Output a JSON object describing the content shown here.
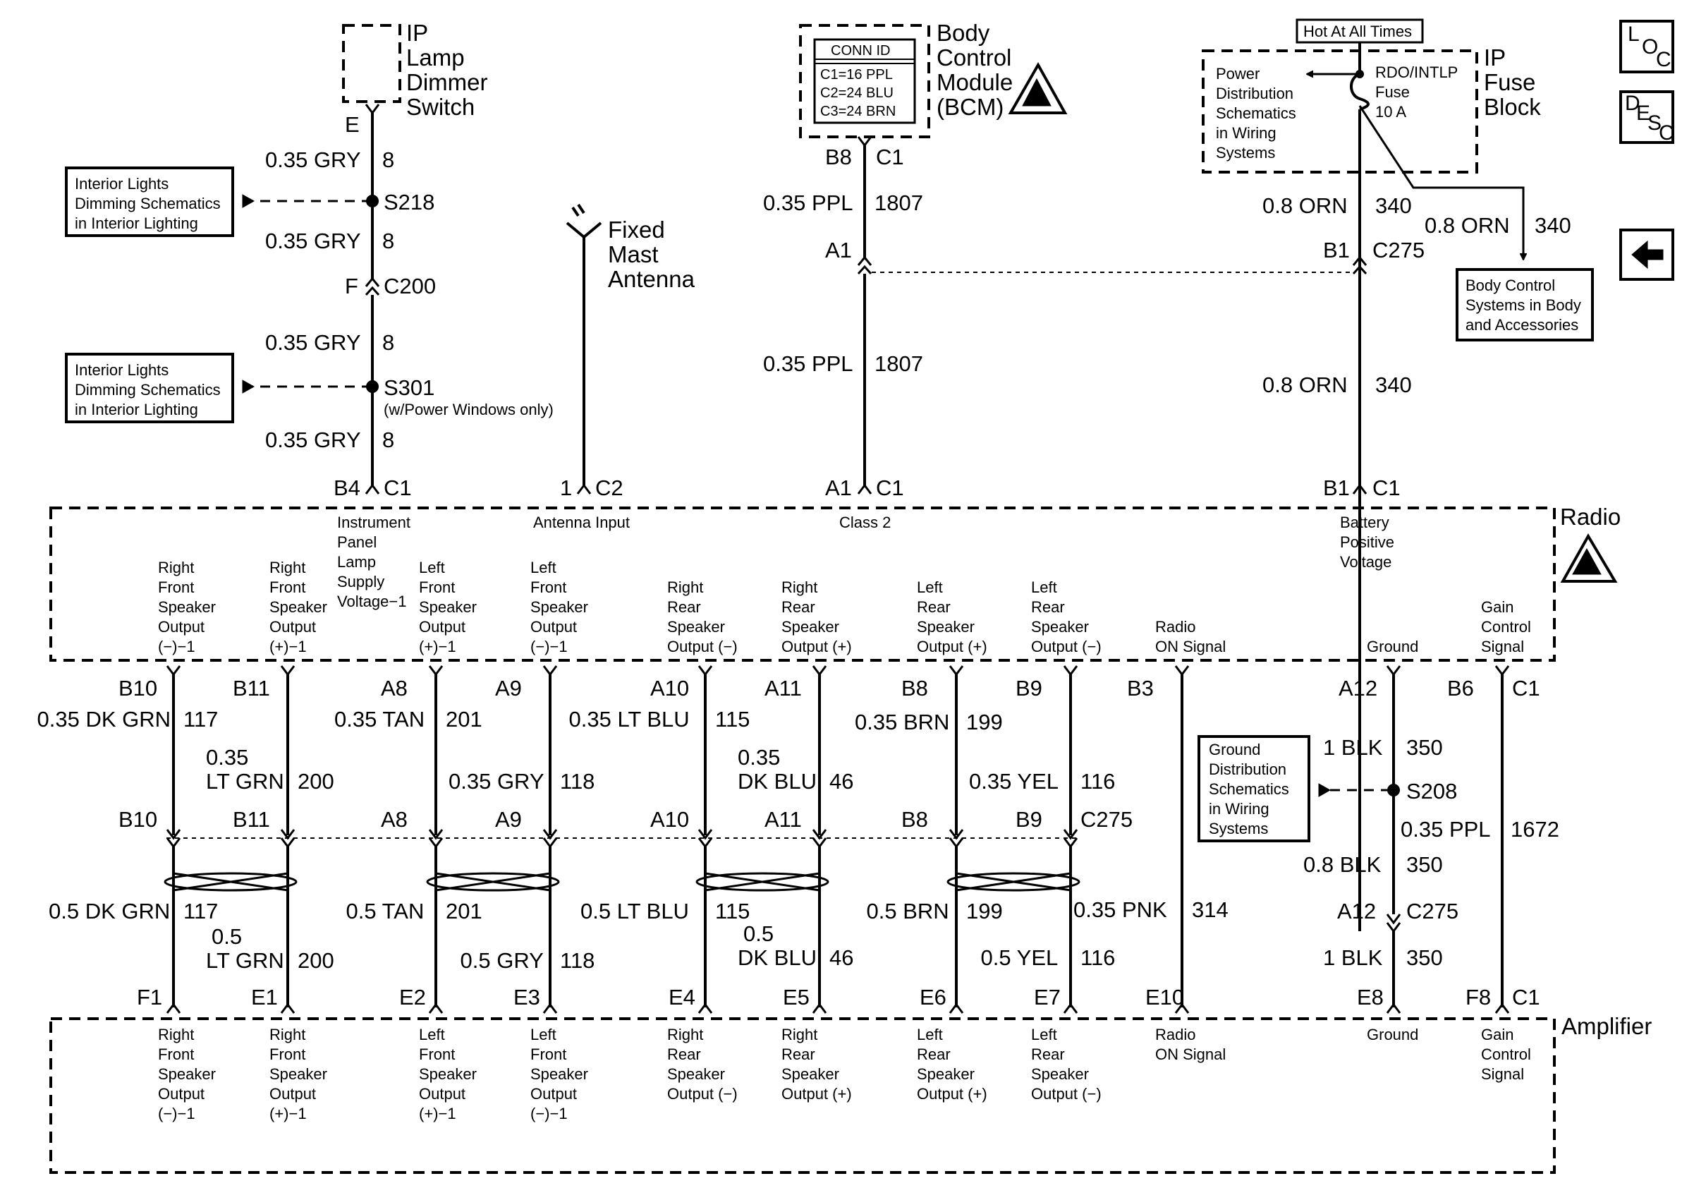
{
  "components": {
    "dimmer_switch": [
      "IP",
      "Lamp",
      "Dimmer",
      "Switch"
    ],
    "bcm": [
      "Body",
      "Control",
      "Module",
      "(BCM)"
    ],
    "bcm_conn": {
      "title": "CONN ID",
      "rows": [
        "C1=16 PPL",
        "C2=24 BLU",
        "C3=24 BRN"
      ]
    },
    "fuse_block": [
      "IP",
      "Fuse",
      "Block"
    ],
    "hot": "Hot At All Times",
    "fuse": [
      "RDO/INTLP",
      "Fuse",
      "10 A"
    ],
    "power_ref": [
      "Power",
      "Distribution",
      "Schematics",
      "in Wiring",
      "Systems"
    ],
    "antenna": [
      "Fixed",
      "Mast",
      "Antenna"
    ],
    "radio": "Radio",
    "amplifier": "Amplifier"
  },
  "nav": {
    "loc": [
      "L",
      "O",
      "C"
    ],
    "desc": [
      "D",
      "E",
      "S",
      "C"
    ]
  },
  "refs": {
    "interior1": [
      "Interior Lights",
      "Dimming Schematics",
      "in Interior Lighting"
    ],
    "interior2": [
      "Interior Lights",
      "Dimming Schematics",
      "in Interior Lighting"
    ],
    "body_ctrl": [
      "Body Control",
      "Systems in Body",
      "and Accessories"
    ],
    "ground": [
      "Ground",
      "Distribution",
      "Schematics",
      "in Wiring",
      "Systems"
    ]
  },
  "top": {
    "dim": {
      "pin_e": "E",
      "w1_size": "0.35 GRY",
      "w1_ckt": "8",
      "s218": "S218",
      "w2_size": "0.35 GRY",
      "w2_ckt": "8",
      "pin_f": "F",
      "c200": "C200",
      "w3_size": "0.35 GRY",
      "w3_ckt": "8",
      "s301": "S301",
      "s301_note": "(w/Power Windows only)",
      "w4_size": "0.35 GRY",
      "w4_ckt": "8",
      "pin_b4": "B4",
      "c1": "C1"
    },
    "ant": {
      "pin": "1",
      "conn": "C2"
    },
    "bcm": {
      "pin_b8": "B8",
      "c1": "C1",
      "w1_size": "0.35 PPL",
      "w1_ckt": "1807",
      "pin_a1": "A1",
      "w2_size": "0.35 PPL",
      "w2_ckt": "1807",
      "pin_a1_radio": "A1",
      "c1_radio": "C1"
    },
    "bat": {
      "w1_size": "0.8 ORN",
      "w1_ckt": "340",
      "w2_size": "0.8 ORN",
      "w2_ckt": "340",
      "pin_b1": "B1",
      "c275": "C275",
      "w3_size": "0.8 ORN",
      "w3_ckt": "340",
      "pin_b1_radio": "B1",
      "c1_radio": "C1"
    }
  },
  "radio_inputs": {
    "ip_lamp": [
      "Instrument",
      "Panel",
      "Lamp",
      "Supply",
      "Voltage−1"
    ],
    "antenna": "Antenna Input",
    "class2": "Class 2",
    "battery": [
      "Battery",
      "Positive",
      "Voltage"
    ]
  },
  "radio_outputs": [
    [
      "Right",
      "Front",
      "Speaker",
      "Output",
      "(−)−1"
    ],
    [
      "Right",
      "Front",
      "Speaker",
      "Output",
      "(+)−1"
    ],
    [
      "Left",
      "Front",
      "Speaker",
      "Output",
      "(+)−1"
    ],
    [
      "Left",
      "Front",
      "Speaker",
      "Output",
      "(−)−1"
    ],
    [
      "Right",
      "Rear",
      "Speaker",
      "Output (−)"
    ],
    [
      "Right",
      "Rear",
      "Speaker",
      "Output (+)"
    ],
    [
      "Left",
      "Rear",
      "Speaker",
      "Output (+)"
    ],
    [
      "Left",
      "Rear",
      "Speaker",
      "Output (−)"
    ],
    [
      "Radio",
      "ON Signal"
    ],
    [
      "Ground"
    ],
    [
      "Gain",
      "Control",
      "Signal"
    ]
  ],
  "amp_inputs": [
    [
      "Right",
      "Front",
      "Speaker",
      "Output",
      "(−)−1"
    ],
    [
      "Right",
      "Front",
      "Speaker",
      "Output",
      "(+)−1"
    ],
    [
      "Left",
      "Front",
      "Speaker",
      "Output",
      "(+)−1"
    ],
    [
      "Left",
      "Front",
      "Speaker",
      "Output",
      "(−)−1"
    ],
    [
      "Right",
      "Rear",
      "Speaker",
      "Output (−)"
    ],
    [
      "Right",
      "Rear",
      "Speaker",
      "Output (+)"
    ],
    [
      "Left",
      "Rear",
      "Speaker",
      "Output (+)"
    ],
    [
      "Left",
      "Rear",
      "Speaker",
      "Output (−)"
    ],
    [
      "Radio",
      "ON Signal"
    ],
    [
      "Ground"
    ],
    [
      "Gain",
      "Control",
      "Signal"
    ]
  ],
  "wires": [
    {
      "radio_pin": "B10",
      "upper_size": "0.35 DK GRN",
      "upper_ckt": "117",
      "c275_pin": "B10",
      "lower_size": "0.5 DK GRN",
      "lower_ckt": "117",
      "amp_pin": "F1"
    },
    {
      "radio_pin": "B11",
      "upper_size": [
        "0.35",
        "LT GRN"
      ],
      "upper_ckt": "200",
      "c275_pin": "B11",
      "lower_size": [
        "0.5",
        "LT GRN"
      ],
      "lower_ckt": "200",
      "amp_pin": "E1"
    },
    {
      "radio_pin": "A8",
      "upper_size": "0.35 TAN",
      "upper_ckt": "201",
      "c275_pin": "A8",
      "lower_size": "0.5 TAN",
      "lower_ckt": "201",
      "amp_pin": "E2"
    },
    {
      "radio_pin": "A9",
      "upper_size": "0.35 GRY",
      "upper_ckt": "118",
      "c275_pin": "A9",
      "lower_size": "0.5 GRY",
      "lower_ckt": "118",
      "amp_pin": "E3"
    },
    {
      "radio_pin": "A10",
      "upper_size": "0.35 LT BLU",
      "upper_ckt": "115",
      "c275_pin": "A10",
      "lower_size": "0.5 LT BLU",
      "lower_ckt": "115",
      "amp_pin": "E4"
    },
    {
      "radio_pin": "A11",
      "upper_size": [
        "0.35",
        "DK BLU"
      ],
      "upper_ckt": "46",
      "c275_pin": "A11",
      "lower_size": [
        "0.5",
        "DK BLU"
      ],
      "lower_ckt": "46",
      "amp_pin": "E5"
    },
    {
      "radio_pin": "B8",
      "upper_size": "0.35 BRN",
      "upper_ckt": "199",
      "c275_pin": "B8",
      "lower_size": "0.5 BRN",
      "lower_ckt": "199",
      "amp_pin": "E6"
    },
    {
      "radio_pin": "B9",
      "upper_size": "0.35 YEL",
      "upper_ckt": "116",
      "c275_pin": "B9",
      "lower_size": "0.5 YEL",
      "lower_ckt": "116",
      "amp_pin": "E7"
    },
    {
      "radio_pin": "B3",
      "lower_size": "0.35 PNK",
      "lower_ckt": "314",
      "amp_pin": "E10"
    },
    {
      "radio_pin": "A12",
      "upper_size": "1 BLK",
      "upper_ckt": "350",
      "amp_pin": "E8"
    },
    {
      "radio_pin": "B6",
      "radio_conn": "C1",
      "amp_pin": "F8",
      "amp_conn": "C1"
    }
  ],
  "c275_label": "C275",
  "ground": {
    "s208": "S208",
    "branch_size": "0.35 PPL",
    "branch_ckt": "1672",
    "w2_size": "0.8 BLK",
    "w2_ckt": "350",
    "pin_a12": "A12",
    "c275": "C275",
    "w3_size": "1 BLK",
    "w3_ckt": "350"
  }
}
